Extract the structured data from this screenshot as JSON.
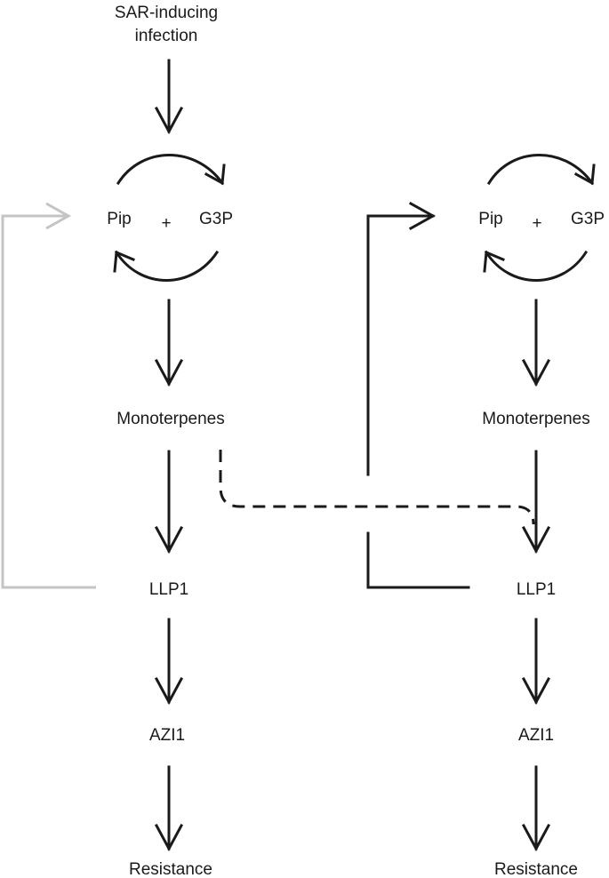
{
  "labels": {
    "infection_line1": "SAR-inducing",
    "infection_line2": "infection",
    "left_pip": "Pip",
    "left_plus": "+",
    "left_g3p": "G3P",
    "left_monoterpenes": "Monoterpenes",
    "left_llp1": "LLP1",
    "left_azi1": "AZI1",
    "left_resistance": "Resistance",
    "right_pip": "Pip",
    "right_plus": "+",
    "right_g3p": "G3P",
    "right_monoterpenes": "Monoterpenes",
    "right_llp1": "LLP1",
    "right_azi1": "AZI1",
    "right_resistance": "Resistance"
  },
  "colors": {
    "ink": "#1a1a1a",
    "feedback_gray": "#c4c4c4"
  }
}
